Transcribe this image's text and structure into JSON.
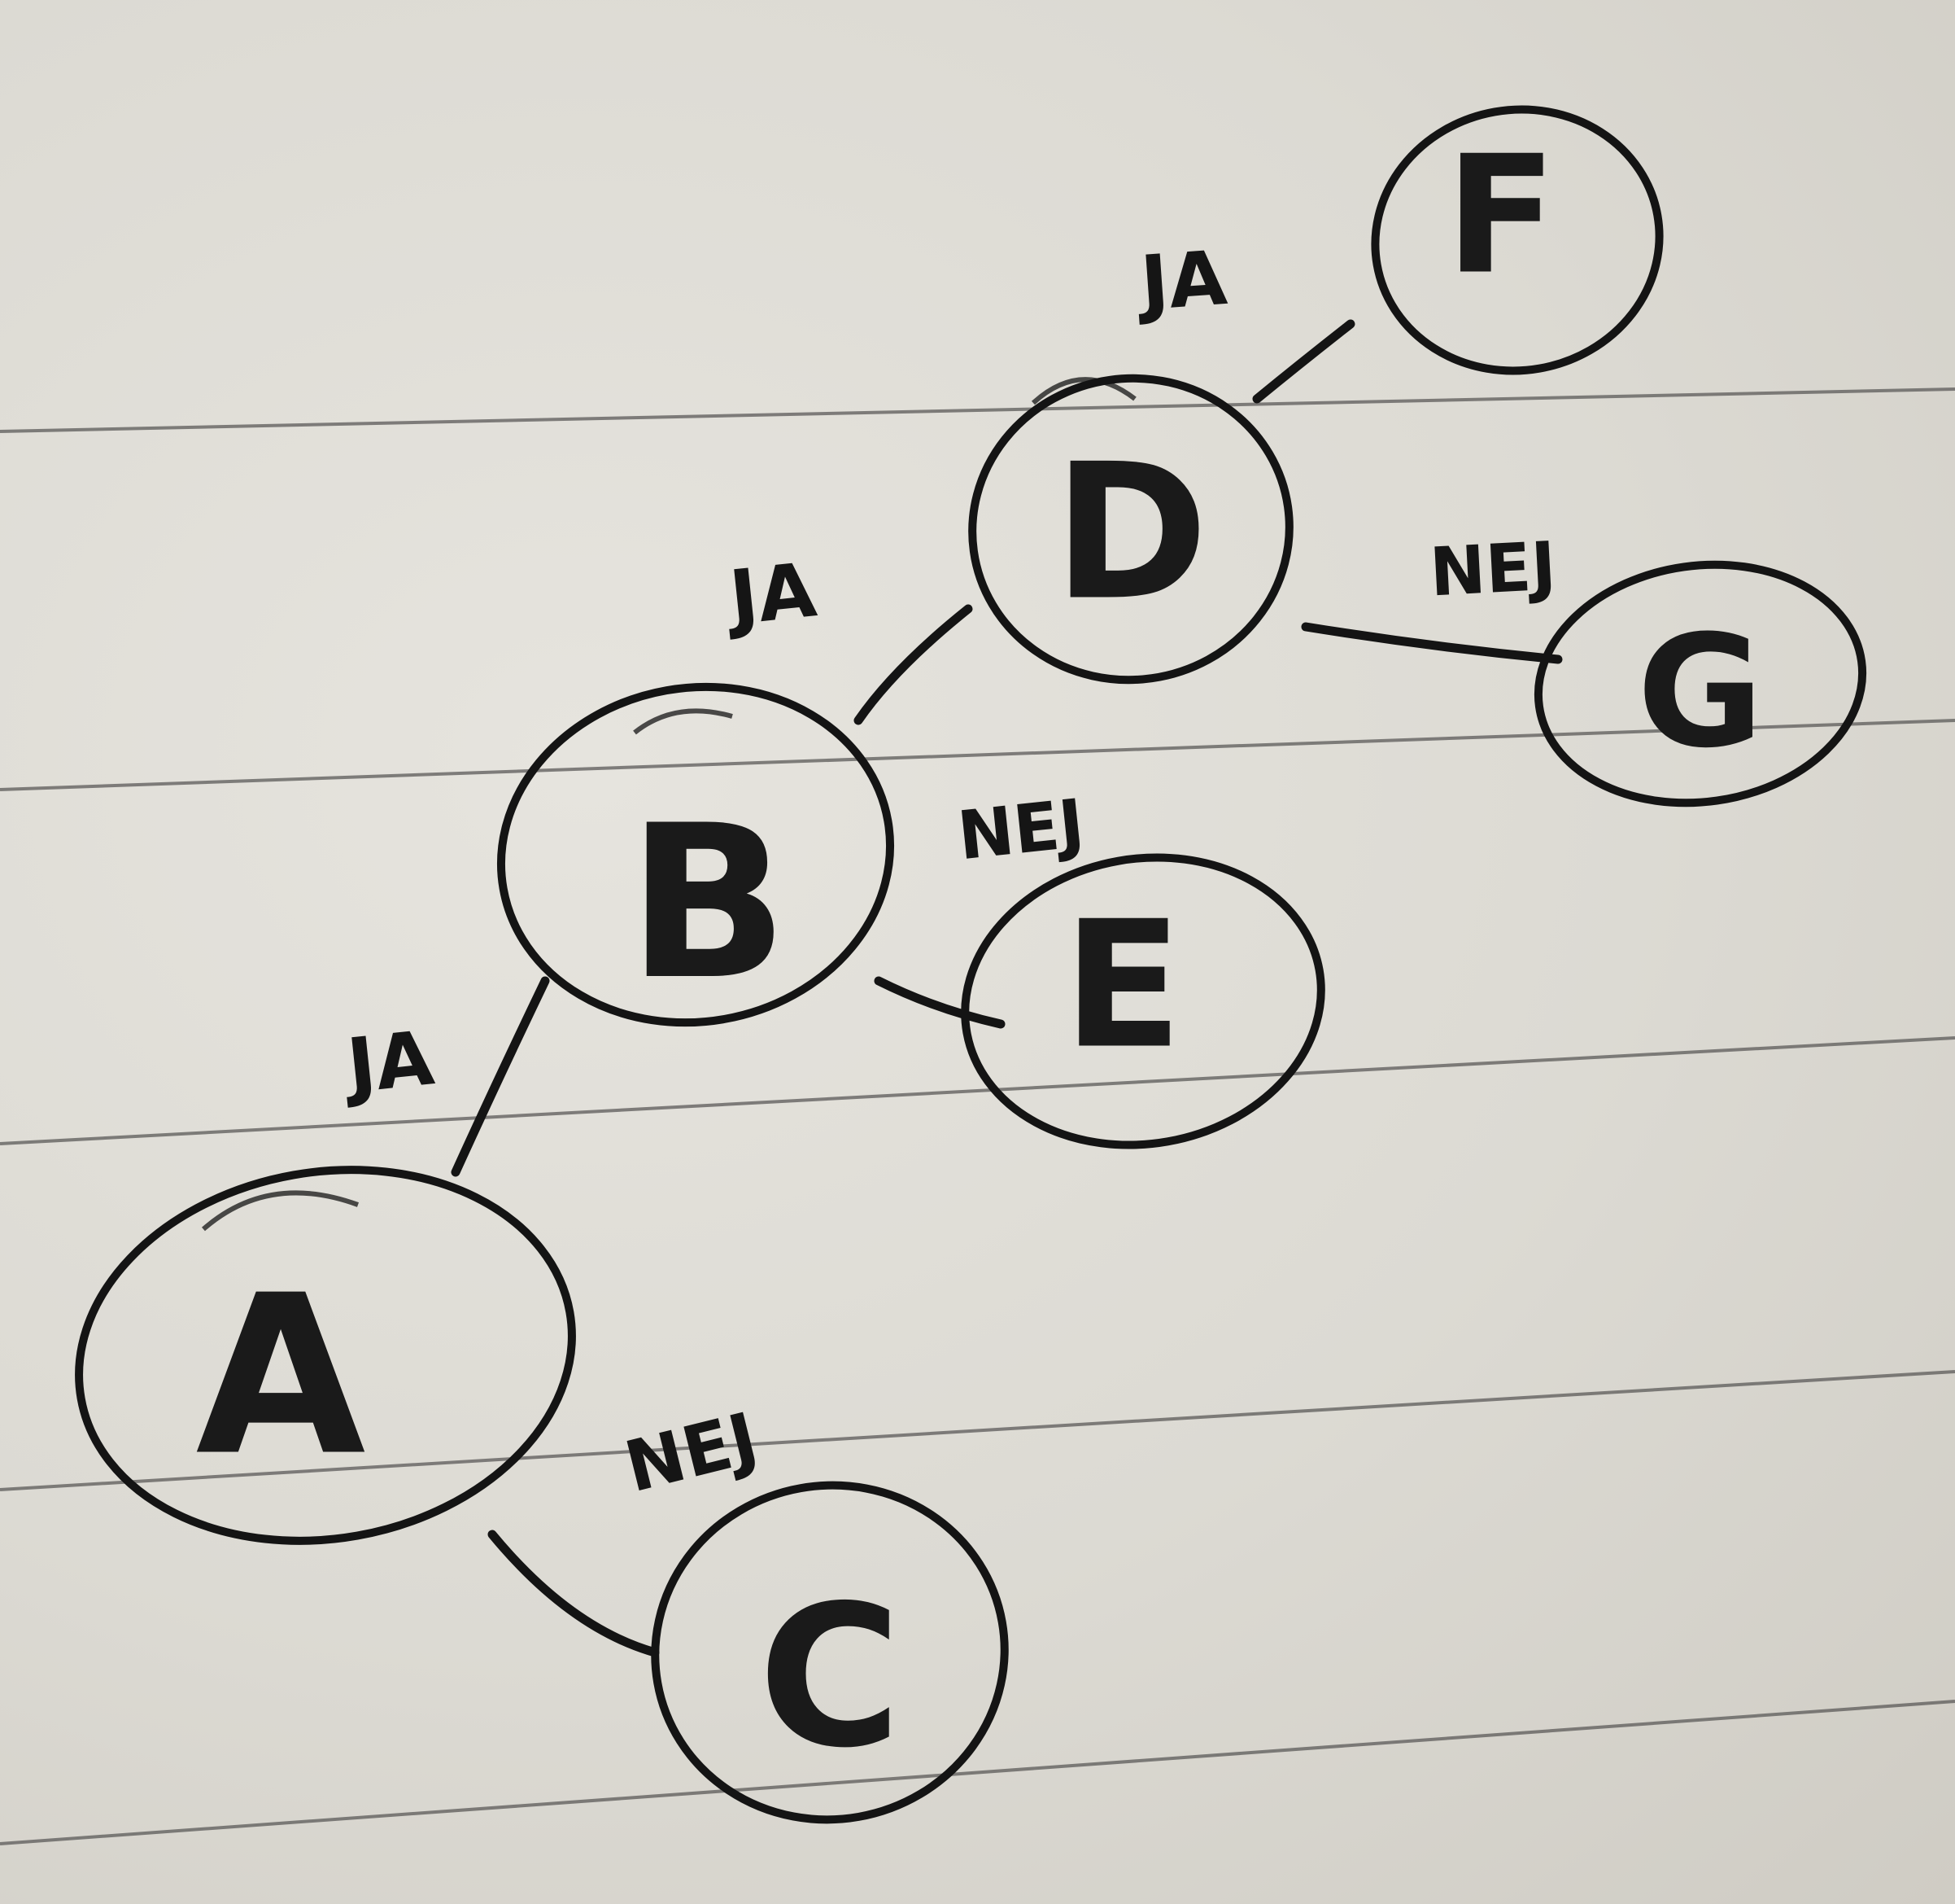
{
  "diagram": {
    "kind": "binary decision tree, handwritten on ruled paper",
    "nodes": [
      {
        "id": "D",
        "label": "D"
      },
      {
        "id": "F",
        "label": "F"
      },
      {
        "id": "G",
        "label": "G"
      },
      {
        "id": "B",
        "label": "B"
      },
      {
        "id": "E",
        "label": "E"
      },
      {
        "id": "A",
        "label": "A"
      },
      {
        "id": "C",
        "label": "C"
      }
    ],
    "edges": [
      {
        "from": "D",
        "to": "F",
        "label": "JA"
      },
      {
        "from": "D",
        "to": "G",
        "label": "NEJ"
      },
      {
        "from": "D",
        "to": "B",
        "label": "JA"
      },
      {
        "from": "B",
        "to": "E",
        "label": "NEJ"
      },
      {
        "from": "B",
        "to": "A",
        "label": "JA"
      },
      {
        "from": "A",
        "to": "C",
        "label": "NEJ"
      }
    ]
  },
  "colors": {
    "ink": "#141414",
    "paper": "#dddbd5",
    "ruled_line": "#5b5a58"
  }
}
